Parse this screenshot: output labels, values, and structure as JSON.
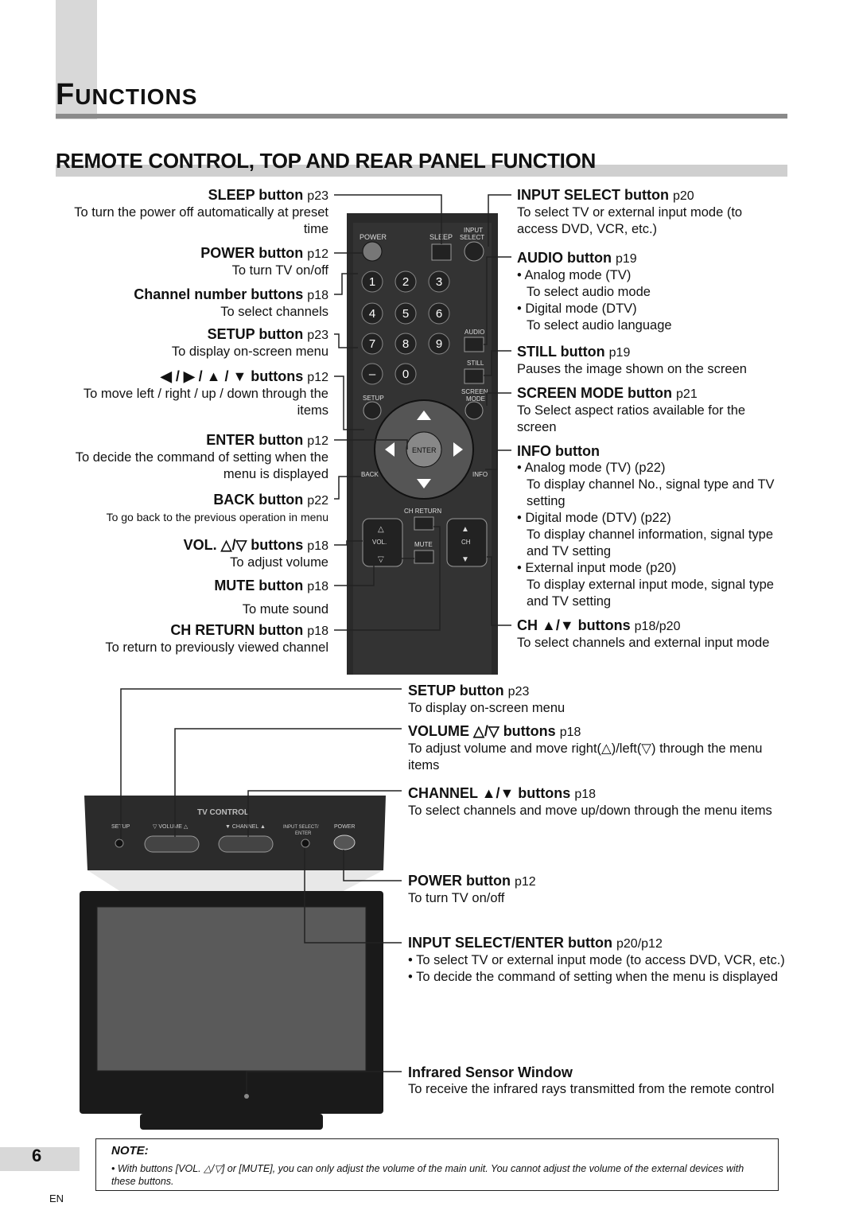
{
  "header": {
    "first_letter": "F",
    "rest": "UNCTIONS"
  },
  "subtitle": "REMOTE CONTROL, TOP AND REAR PANEL FUNCTION",
  "left_items": [
    {
      "label": "SLEEP button",
      "page": "p23",
      "desc": "To turn the power off automatically at preset time"
    },
    {
      "label": "POWER button",
      "page": "p12",
      "desc": "To turn TV on/off"
    },
    {
      "label": "Channel number buttons",
      "page": "p18",
      "desc": "To select channels"
    },
    {
      "label": "SETUP button",
      "page": "p23",
      "desc": "To display on-screen menu"
    },
    {
      "label": "◀ / ▶ / ▲ / ▼ buttons",
      "page": "p12",
      "desc": "To move left / right / up / down through the items"
    },
    {
      "label": "ENTER button",
      "page": "p12",
      "desc": "To decide the command of setting when the menu is displayed"
    },
    {
      "label": "BACK button",
      "page": "p22",
      "desc": "To go back to the previous operation in menu"
    },
    {
      "label": "VOL. △/▽ buttons",
      "page": "p18",
      "desc": "To adjust volume"
    },
    {
      "label": "MUTE button",
      "page": "p18",
      "desc": "To mute sound"
    },
    {
      "label": "CH RETURN button",
      "page": "p18",
      "desc": "To return to previously viewed channel"
    }
  ],
  "right_items": {
    "input_select": {
      "label": "INPUT SELECT button",
      "page": "p20",
      "desc": "To select TV or external input mode (to access DVD, VCR, etc.)"
    },
    "audio": {
      "label": "AUDIO button",
      "page": "p19",
      "bullets": [
        "• Analog mode (TV)",
        "To select audio mode",
        "• Digital mode (DTV)",
        "To select audio language"
      ]
    },
    "still": {
      "label": "STILL button",
      "page": "p19",
      "desc": "Pauses the image shown on the screen"
    },
    "screen_mode": {
      "label": "SCREEN MODE button",
      "page": "p21",
      "desc": "To Select aspect ratios available for the screen"
    },
    "info": {
      "label": "INFO button",
      "bullets": [
        "• Analog mode (TV) (p22)",
        "To display channel No., signal type and TV setting",
        "• Digital mode (DTV) (p22)",
        "To display channel information, signal type and TV setting",
        "• External input mode (p20)",
        "To display external input mode, signal type and TV setting"
      ]
    },
    "ch": {
      "label": "CH ▲/▼ buttons",
      "page": "p18/p20",
      "desc": "To select channels and external input mode"
    }
  },
  "bottom_items": {
    "setup": {
      "label": "SETUP button",
      "page": "p23",
      "desc": "To display on-screen menu"
    },
    "volume": {
      "label": "VOLUME △/▽ buttons",
      "page": "p18",
      "desc": "To adjust volume and move right(△)/left(▽) through the menu items"
    },
    "channel": {
      "label": "CHANNEL ▲/▼ buttons",
      "page": "p18",
      "desc": "To select channels and move up/down through the menu items"
    },
    "power": {
      "label": "POWER button",
      "page": "p12",
      "desc": "To turn TV on/off"
    },
    "input_enter": {
      "label": "INPUT SELECT/ENTER button",
      "page": "p20/p12",
      "bullets": [
        "• To select TV or external input mode (to access DVD, VCR, etc.)",
        "• To decide the command of setting when the menu is displayed"
      ]
    },
    "infrared": {
      "label": "Infrared Sensor Window",
      "desc": "To receive the infrared rays transmitted from the remote control"
    }
  },
  "remote": {
    "power": "POWER",
    "sleep": "SLEEP",
    "input_select": "INPUT SELECT",
    "digits": [
      "1",
      "2",
      "3",
      "4",
      "5",
      "6",
      "7",
      "8",
      "9",
      "–",
      "0"
    ],
    "audio": "AUDIO",
    "still": "STILL",
    "setup": "SETUP",
    "screen_mode": "SCREEN MODE",
    "enter": "ENTER",
    "back": "BACK",
    "info": "INFO",
    "ch_return": "CH RETURN",
    "vol": "VOL.",
    "mute": "MUTE",
    "ch": "CH"
  },
  "tv_panel": {
    "title": "TV CONTROL",
    "setup": "SETUP",
    "volume": "▽ VOLUME △",
    "channel": "▼ CHANNEL ▲",
    "input_enter": "INPUT SELECT/ ENTER",
    "power": "POWER"
  },
  "note": {
    "title": "NOTE:",
    "text": "• With buttons [VOL. △/▽] or [MUTE], you can only adjust the volume of the main unit. You cannot adjust the volume of the external devices with these buttons."
  },
  "page": {
    "number": "6",
    "lang": "EN"
  }
}
